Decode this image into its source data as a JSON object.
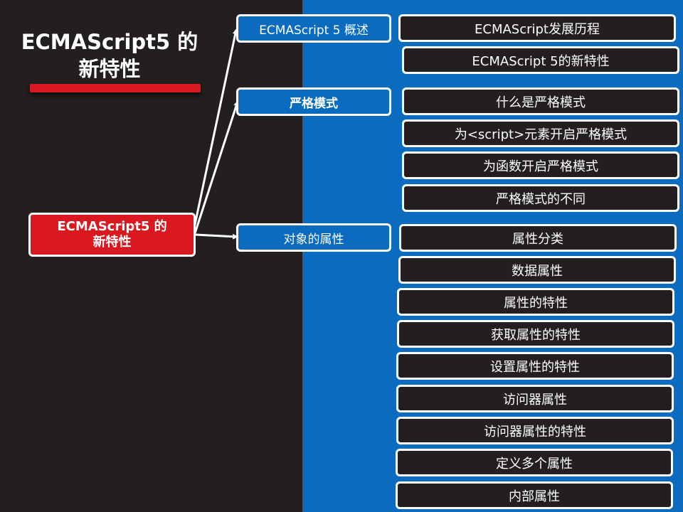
{
  "slide": {
    "title_line1": "ECMAScript5 的",
    "title_line2": "新特性"
  },
  "root": {
    "line1": "ECMAScript5 的",
    "line2": "新特性"
  },
  "branches": [
    {
      "label": "ECMAScript 5 概述",
      "leaves": [
        "ECMAScript发展历程",
        "ECMAScript 5的新特性"
      ]
    },
    {
      "label": "严格模式",
      "leaves": [
        "什么是严格模式",
        "为<script>元素开启严格模式",
        "为函数开启严格模式",
        "严格模式的不同"
      ]
    },
    {
      "label": "对象的属性",
      "leaves": [
        "属性分类",
        "数据属性",
        "属性的特性",
        "获取属性的特性",
        "设置属性的特性",
        "访问器属性",
        "访问器属性的特性",
        "定义多个属性",
        "内部属性"
      ]
    }
  ],
  "colors": {
    "left_background": "#231f20",
    "right_background": "#0a6bbf",
    "root_fill": "#d9181f",
    "branch_fill": "#0a6bbf",
    "leaf_fill": "#231f20",
    "border": "#ffffff"
  }
}
